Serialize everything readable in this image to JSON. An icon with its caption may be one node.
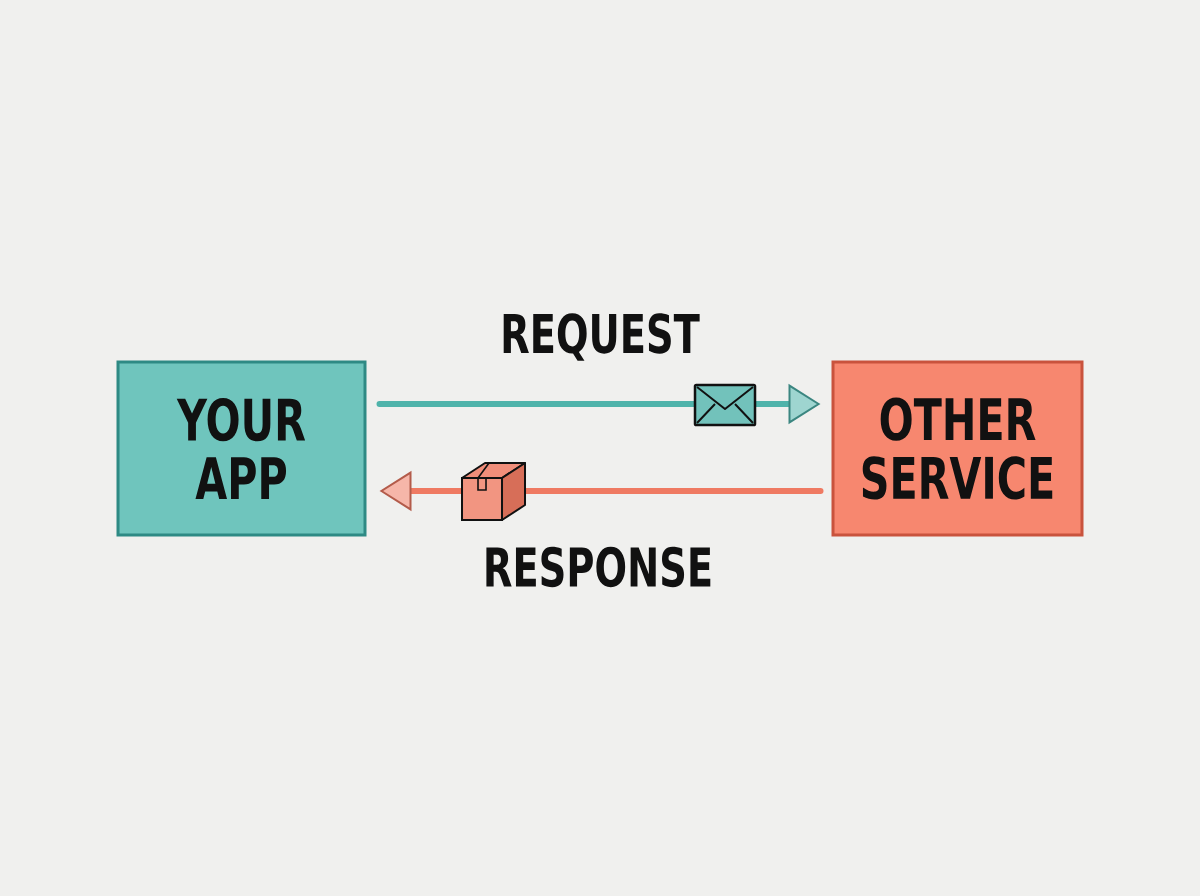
{
  "diagram": {
    "nodes": [
      {
        "text": [
          "YOUR APP"
        ]
      },
      {
        "text": [
          "OTHER SERVICE"
        ]
      }
    ],
    "edges": [
      {
        "from": 0,
        "to": 1,
        "arrow": "to",
        "label": "REQUEST",
        "color": "#4fb3aa"
      },
      {
        "from": 1,
        "to": 0,
        "arrow": "to",
        "label": "RESPONSE",
        "color": "#ef7a62"
      }
    ]
  }
}
